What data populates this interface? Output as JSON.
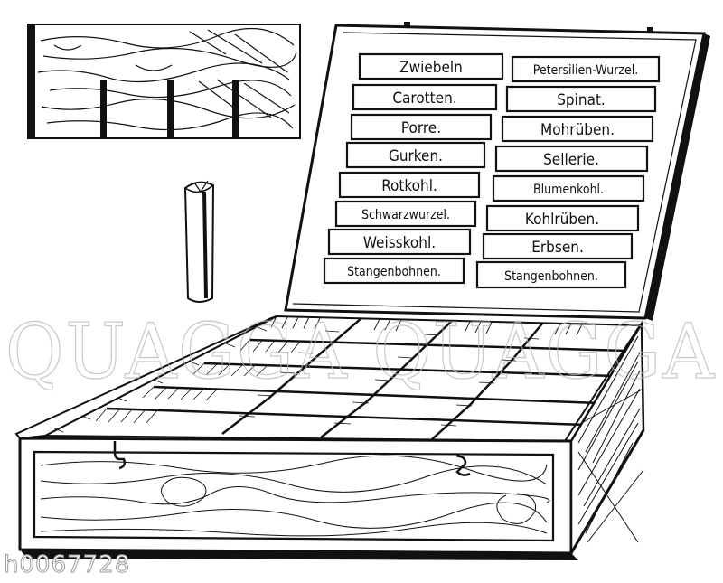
{
  "lid_labels": {
    "left": [
      "Zwiebeln",
      "Carotten.",
      "Porre.",
      "Gurken.",
      "Rotkohl.",
      "Schwarzwurzel.",
      "Weisskohl.",
      "Stangenbohnen."
    ],
    "right": [
      "Petersilien-Wurzel.",
      "Spinat.",
      "Mohrüben.",
      "Sellerie.",
      "Blumenkohl.",
      "Kohlrüben.",
      "Erbsen.",
      "Stangenbohnen."
    ]
  },
  "watermark": {
    "text": "QUAGGA QUAGGA"
  },
  "image_id": {
    "text": "h0067728"
  },
  "colors": {
    "ink": "#111111",
    "paper": "#ffffff",
    "watermark": "#b8b8b8"
  }
}
